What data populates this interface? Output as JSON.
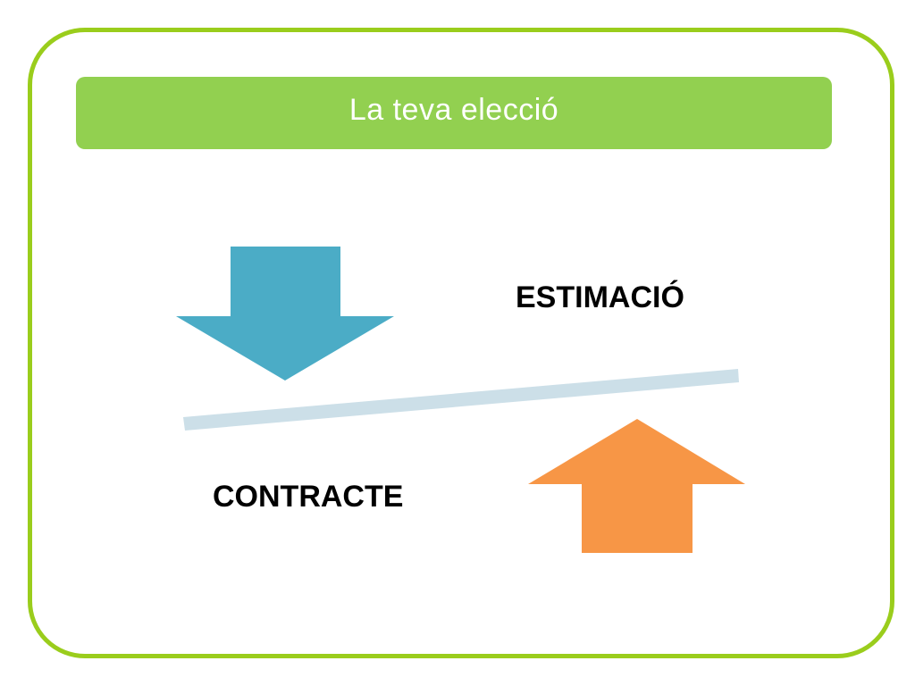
{
  "slide": {
    "title": "La teva elecció",
    "labels": {
      "estimacio": "ESTIMACIÓ",
      "contracte": "CONTRACTE"
    }
  },
  "colors": {
    "frame_border": "#9ACD1C",
    "title_bar": "#92D050",
    "title_text": "#FFFFFF",
    "down_arrow": "#4BACC6",
    "up_arrow": "#F79646",
    "balance_beam": "#CCDFE8"
  },
  "icons": {
    "down_arrow": "arrow-down-icon",
    "up_arrow": "arrow-up-icon"
  }
}
